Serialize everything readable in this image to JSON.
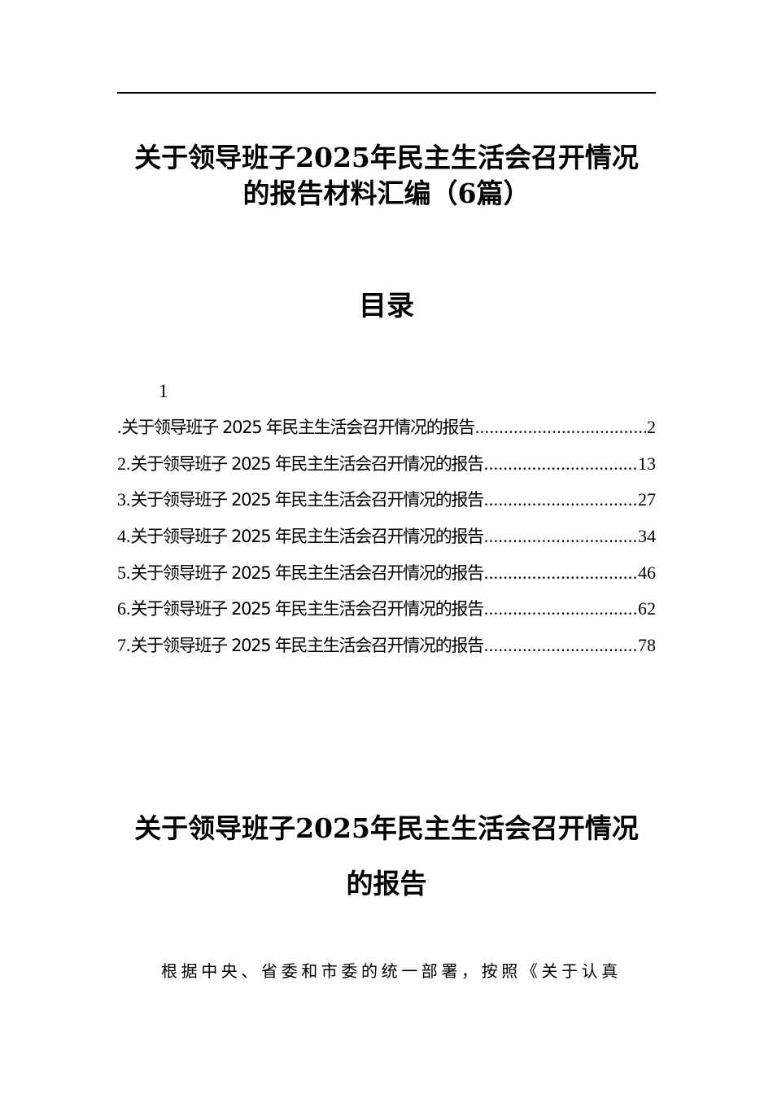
{
  "document": {
    "header_rule": true,
    "title": {
      "line1": "关于领导班子2025年民主生活会召开情况",
      "line2": "的报告材料汇编（6篇）"
    },
    "toc": {
      "heading": "目录",
      "stray_number": "1",
      "items": [
        {
          "num": ".",
          "text": "关于领导班子 2025 年民主生活会召开情况的报告",
          "page": "2"
        },
        {
          "num": "2.",
          "text": "关于领导班子 2025 年民主生活会召开情况的报告",
          "page": "13"
        },
        {
          "num": "3.",
          "text": "关于领导班子 2025 年民主生活会召开情况的报告",
          "page": "27"
        },
        {
          "num": "4.",
          "text": "关于领导班子 2025 年民主生活会召开情况的报告",
          "page": "34"
        },
        {
          "num": "5.",
          "text": "关于领导班子 2025 年民主生活会召开情况的报告",
          "page": "46"
        },
        {
          "num": "6.",
          "text": "关于领导班子 2025 年民主生活会召开情况的报告",
          "page": "62"
        },
        {
          "num": "7.",
          "text": "关于领导班子 2025 年民主生活会召开情况的报告",
          "page": "78"
        }
      ]
    },
    "section": {
      "title_line1": "关于领导班子2025年民主生活会召开情况",
      "title_line2": "的报告",
      "paragraph": "根据中央、省委和市委的统一部署，按照《关于认真"
    }
  }
}
